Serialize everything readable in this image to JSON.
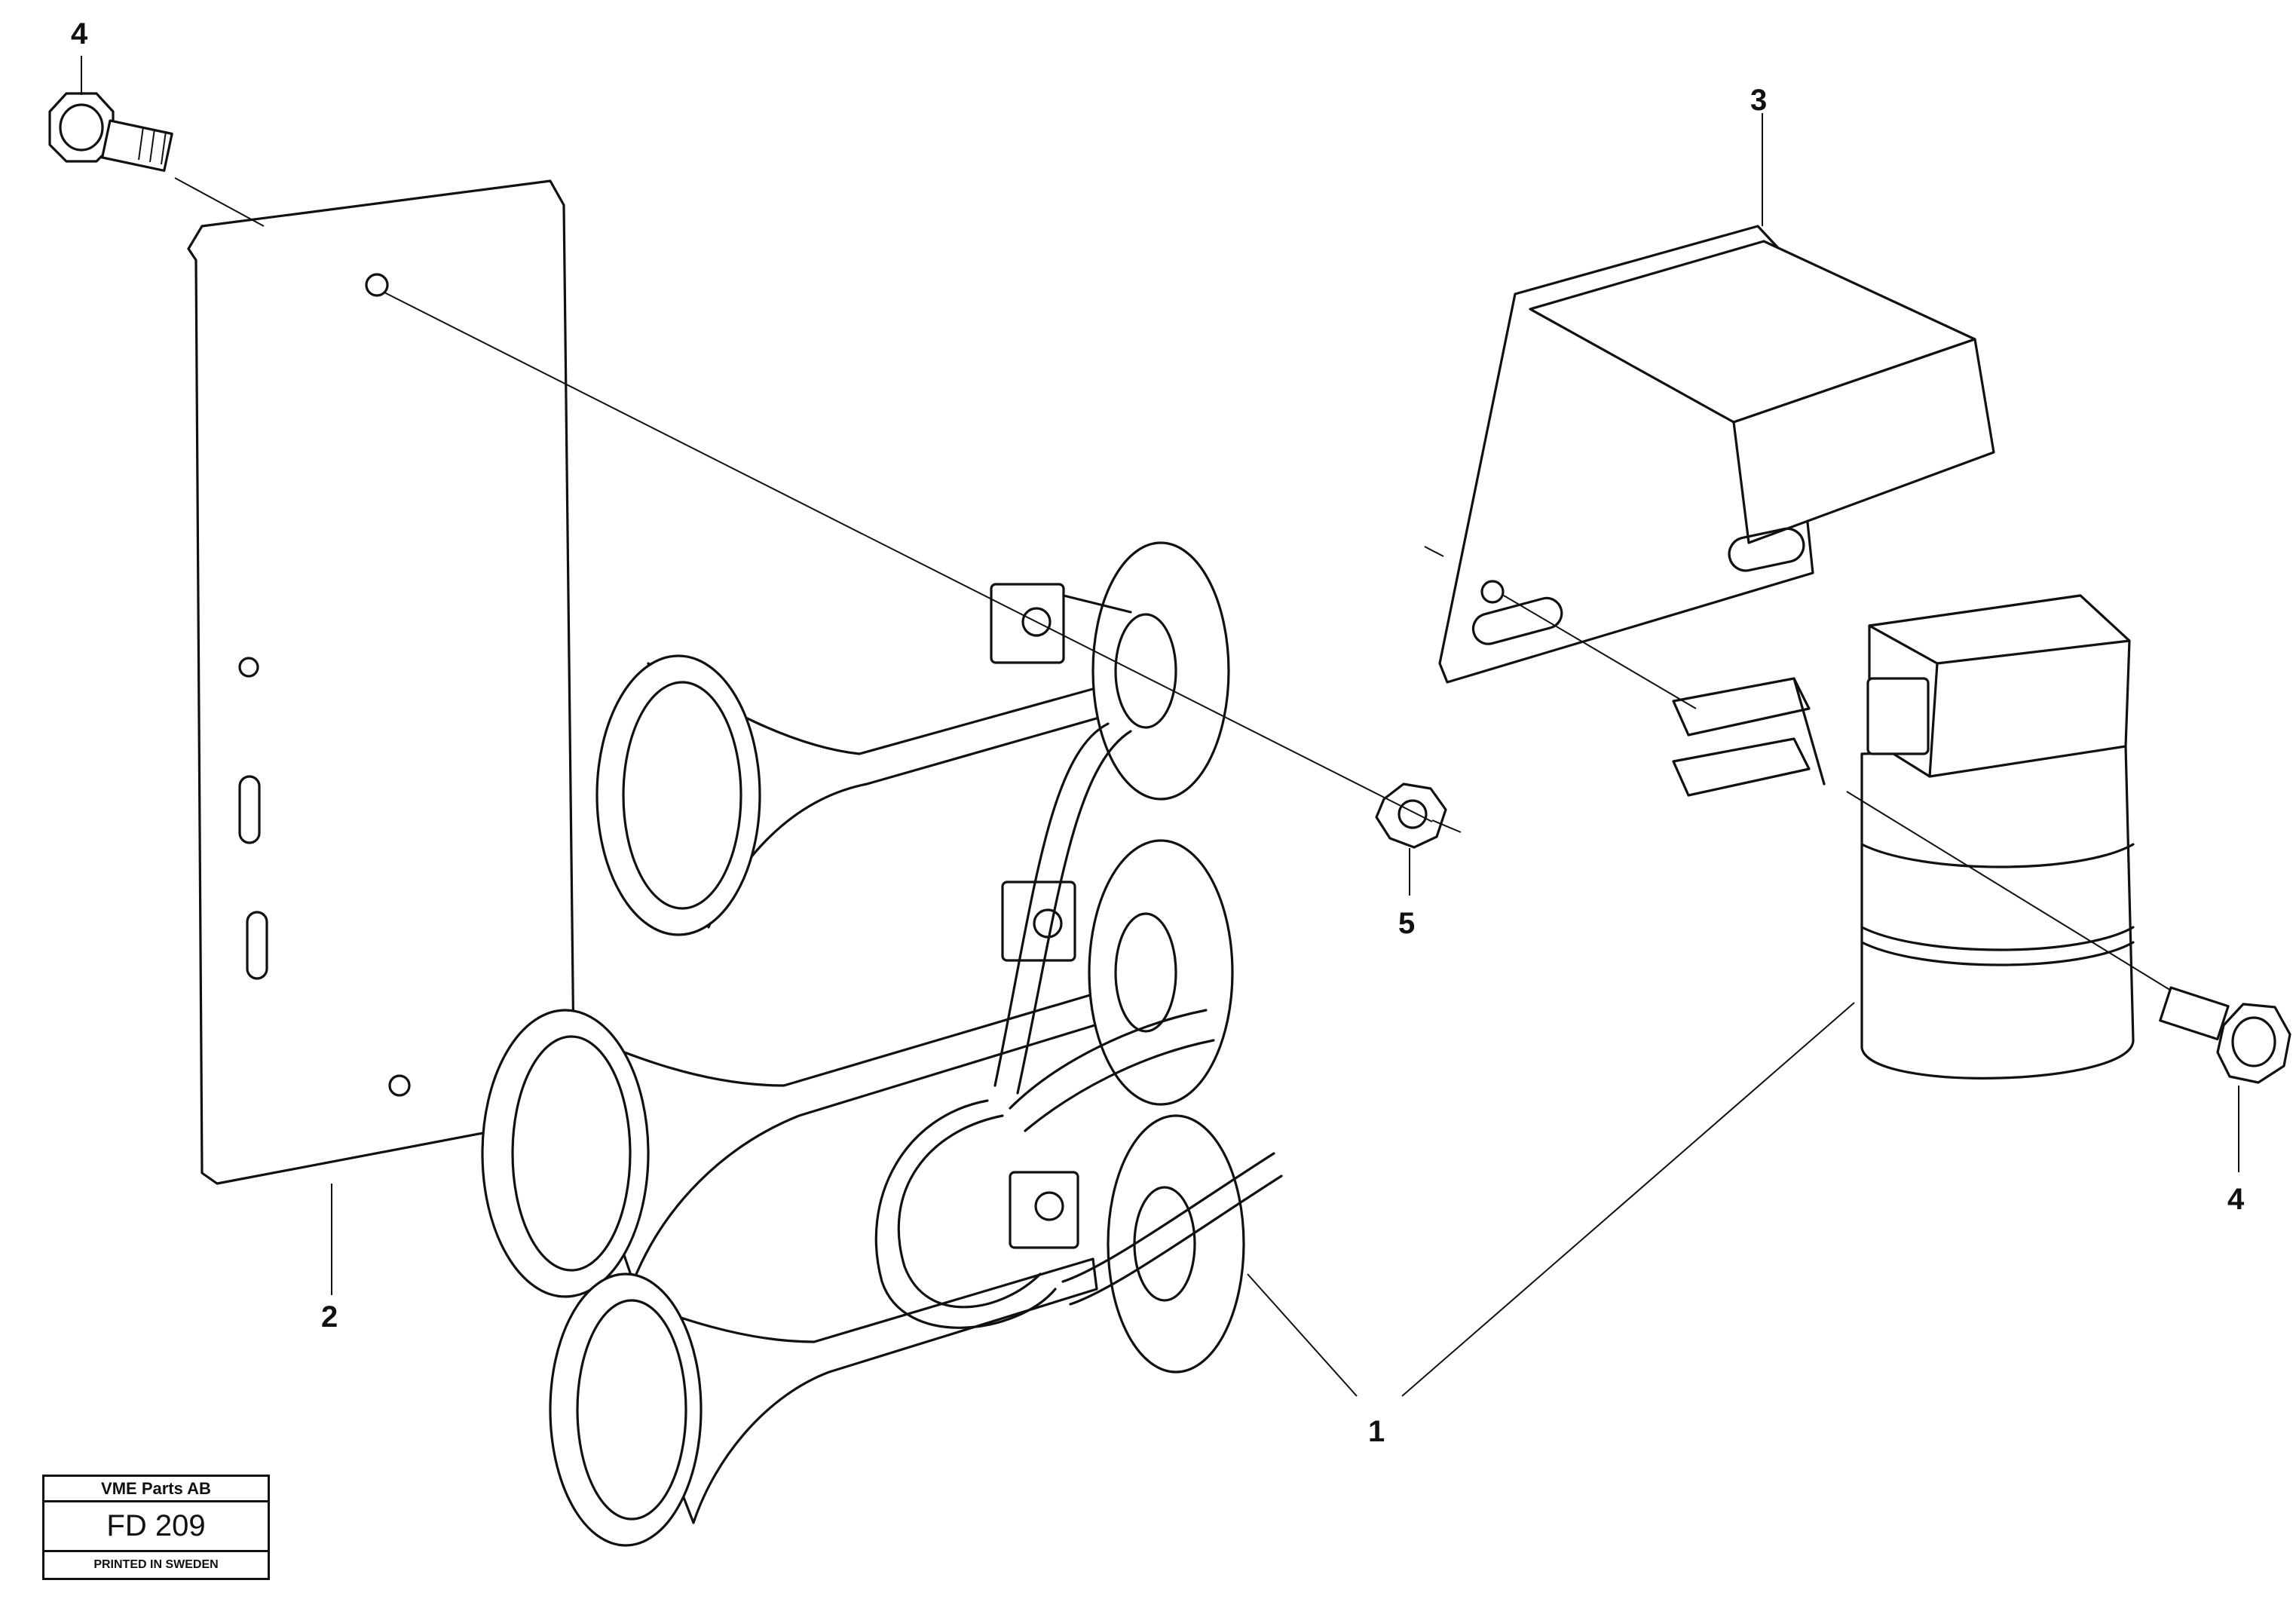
{
  "callouts": {
    "c1": "1",
    "c2": "2",
    "c3": "3",
    "c4_top": "4",
    "c4_right": "4",
    "c5": "5"
  },
  "title_block": {
    "company": "VME Parts AB",
    "drawing_no": "FD 209",
    "printed": "PRINTED IN SWEDEN"
  },
  "colors": {
    "line": "#111111",
    "background": "#ffffff"
  }
}
